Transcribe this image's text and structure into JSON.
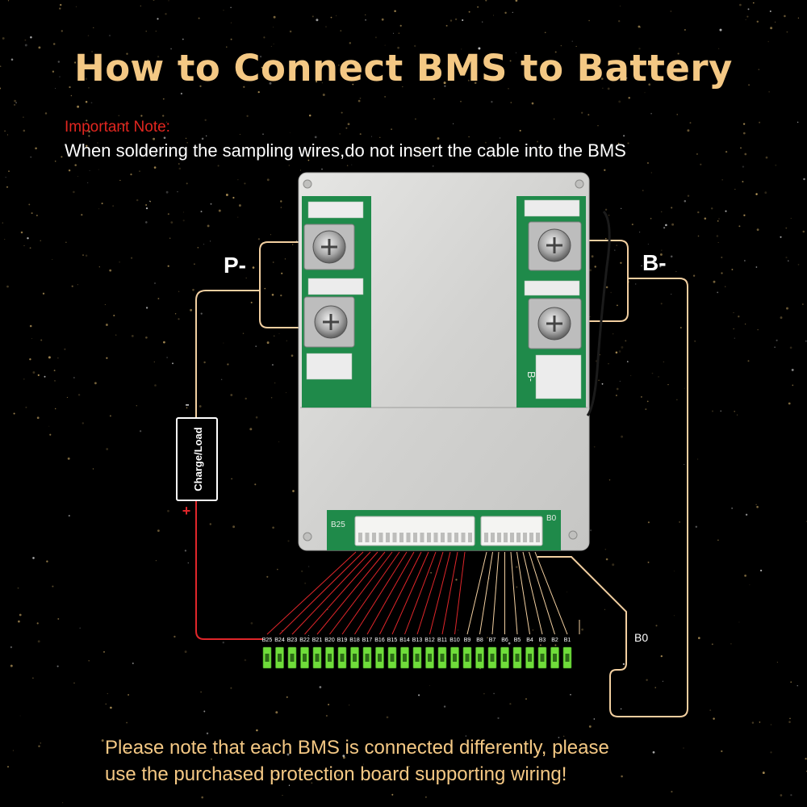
{
  "title": "How to Connect BMS to Battery",
  "note": {
    "label": "Important Note:",
    "text": "When soldering the sampling wires,do not insert the cable into the BMS"
  },
  "footer": {
    "line1": "Please note that each BMS is connected differently, please",
    "line2": "use the purchased protection board supporting wiring!"
  },
  "labels": {
    "p_minus": "P-",
    "b_minus": "B-",
    "load": "Charge/Load",
    "load_minus": "-",
    "load_plus": "+",
    "b0": "B0",
    "board_b25": "B25",
    "board_b0": "B0",
    "board_b_minus": "B-"
  },
  "cells": [
    "B25",
    "B24",
    "B23",
    "B22",
    "B21",
    "B20",
    "B19",
    "B18",
    "B17",
    "B16",
    "B15",
    "B14",
    "B13",
    "B12",
    "B11",
    "B10",
    "B9",
    "B8",
    "B7",
    "B6",
    "B5",
    "B4",
    "B3",
    "B2",
    "B1"
  ],
  "colors": {
    "gold": "#f4c884",
    "red_wire": "#e0262a",
    "tan_wire": "#f2cfa0",
    "cell_green": "#6fdc3a",
    "pcb_green": "#1f8a4a",
    "aluminum": "#d8d8d6"
  }
}
